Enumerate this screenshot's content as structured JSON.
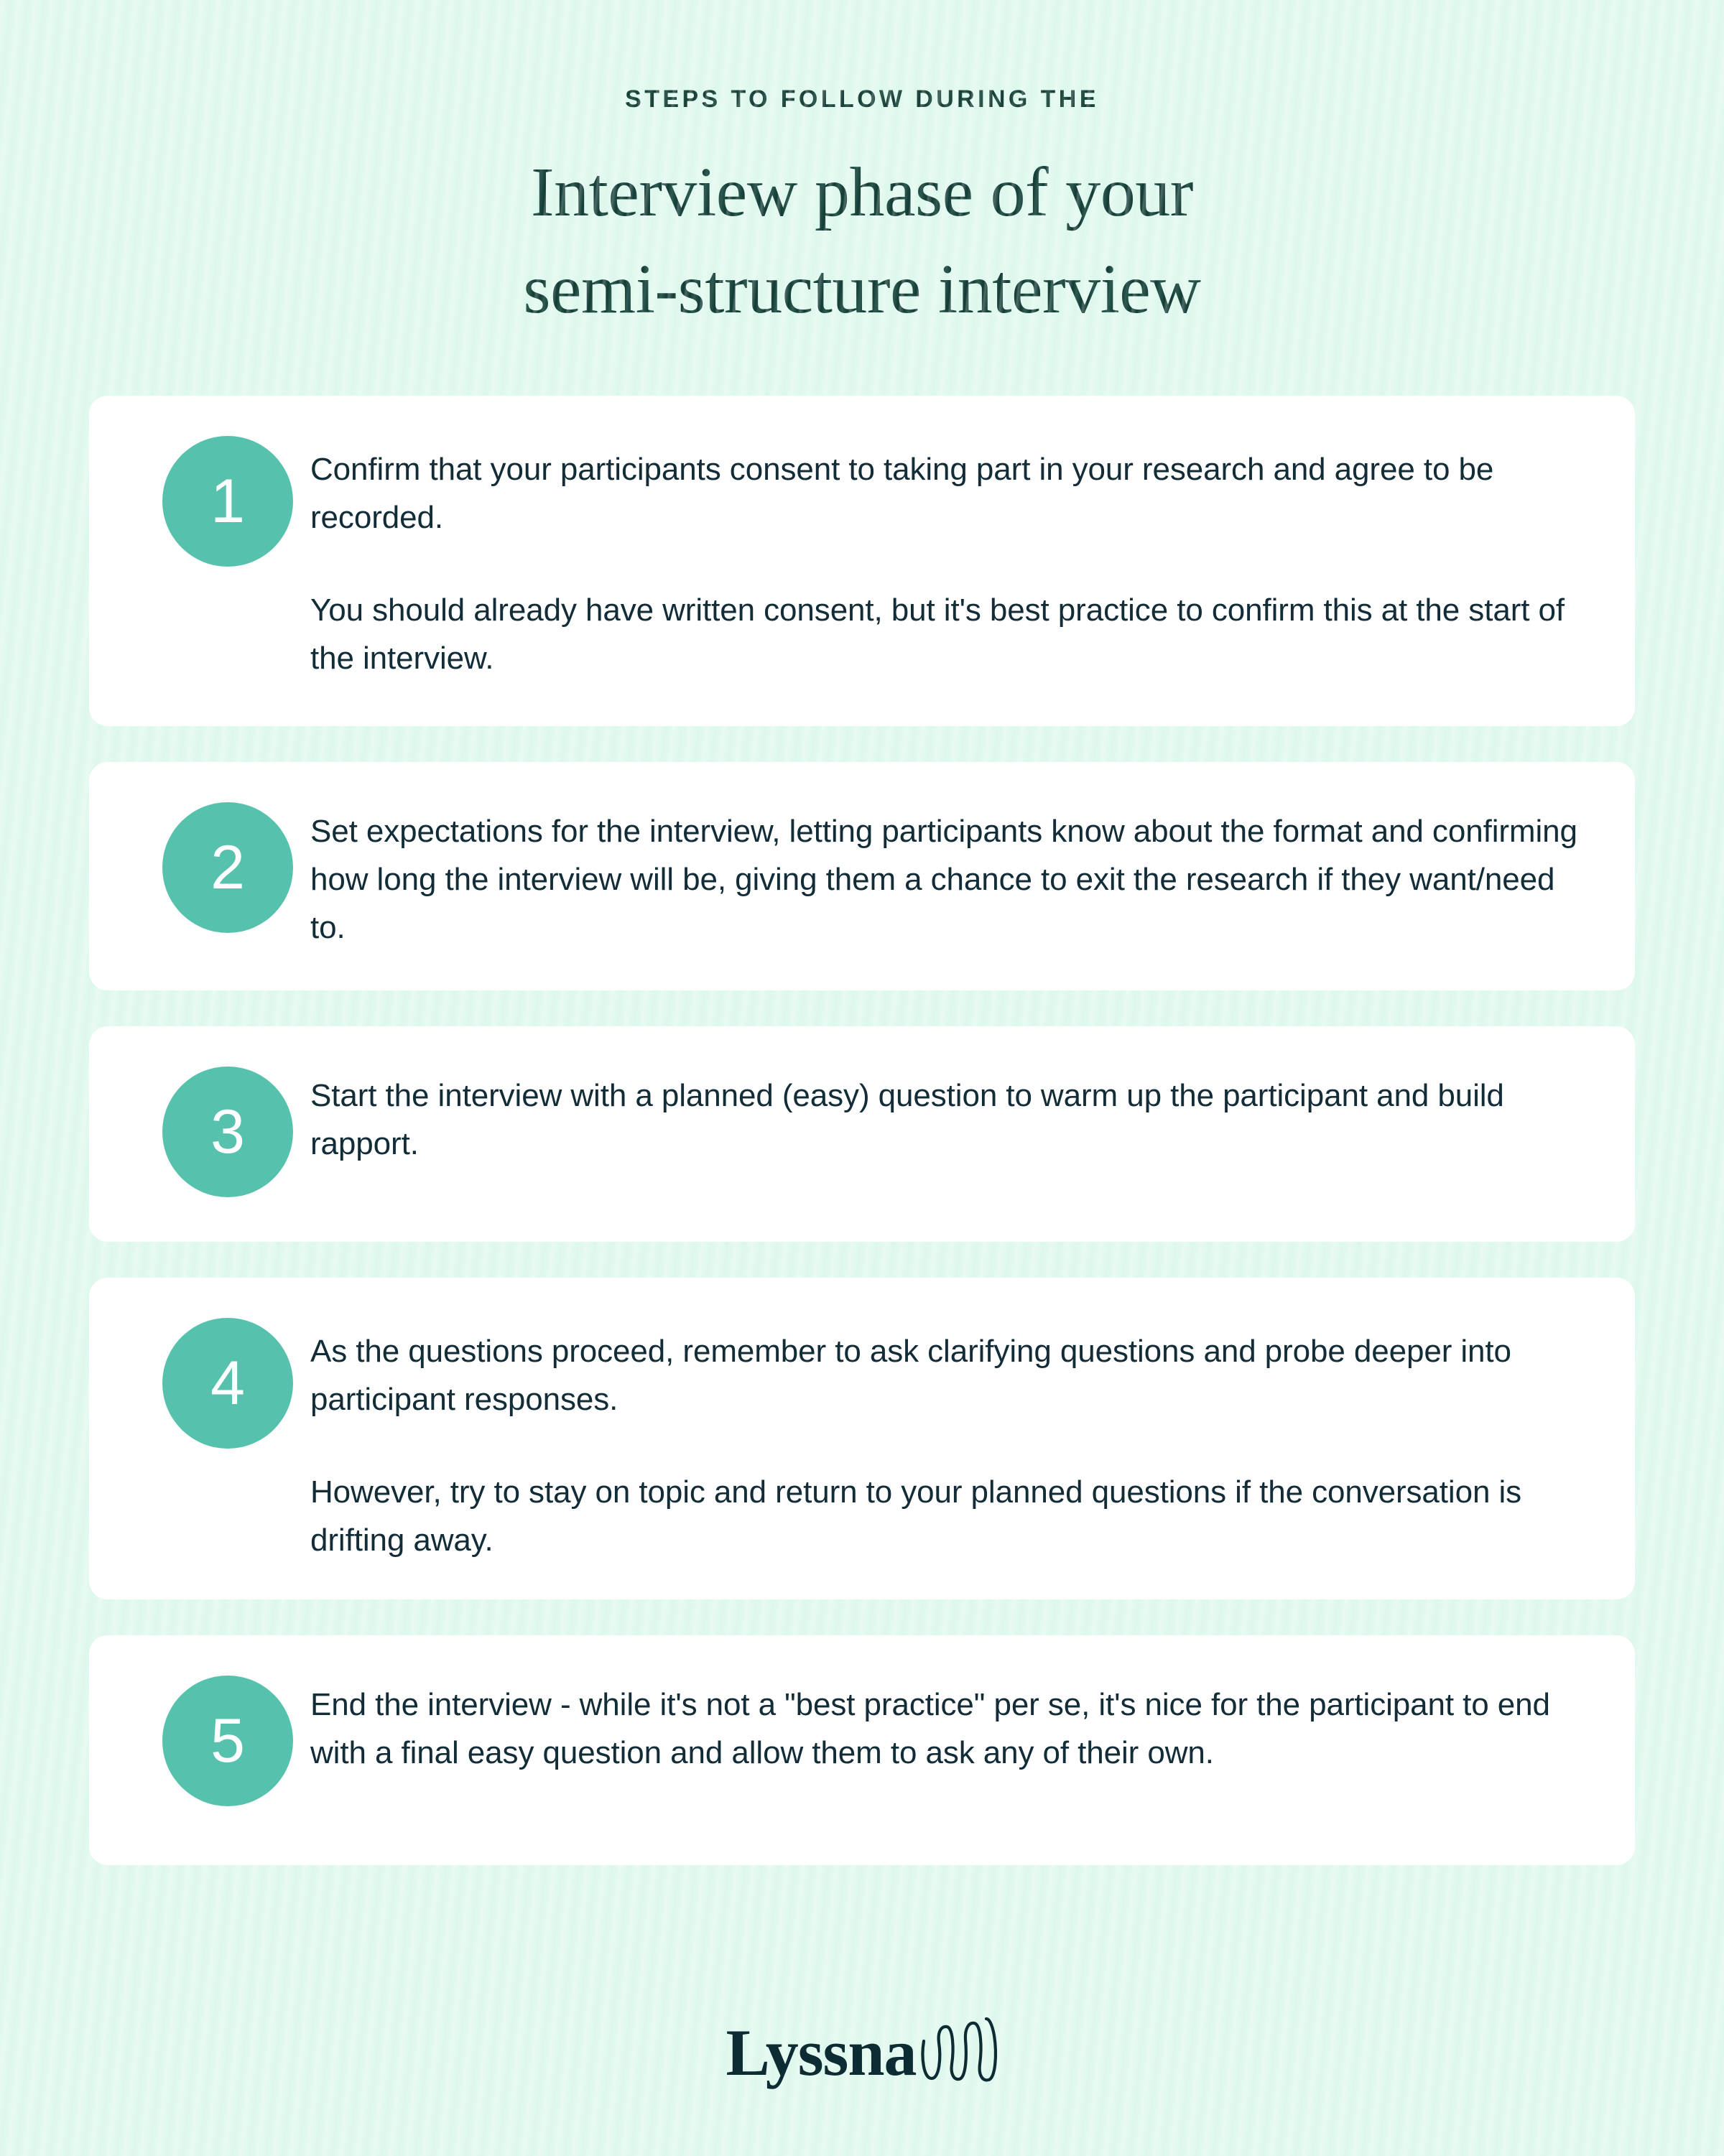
{
  "theme": {
    "background": "#e2f9ef",
    "card_background": "#ffffff",
    "accent_circle": "#56c2ad",
    "heading_color": "#123b35",
    "body_text_color": "#122c38",
    "logo_color": "#0c2b33"
  },
  "header": {
    "eyebrow": "STEPS TO FOLLOW DURING THE",
    "title_line_1": "Interview phase of your",
    "title_line_2": "semi-structure interview"
  },
  "steps": [
    {
      "number": "1",
      "paragraphs": [
        "Confirm that your participants consent to taking part in your research and agree to be recorded.",
        "You should already have written consent, but it's best practice to confirm this at the start of the interview."
      ]
    },
    {
      "number": "2",
      "paragraphs": [
        "Set expectations for the interview, letting participants know about the format and confirming how long the interview will be, giving them a chance to exit the research if they want/need to."
      ]
    },
    {
      "number": "3",
      "paragraphs": [
        "Start the interview with a planned (easy) question to warm up the participant and build rapport."
      ]
    },
    {
      "number": "4",
      "paragraphs": [
        "As the questions proceed, remember to ask clarifying questions and probe deeper into participant responses.",
        "However, try to stay on topic and return to your planned questions if the conversation is drifting away."
      ]
    },
    {
      "number": "5",
      "paragraphs": [
        "End the interview - while it's not a \"best practice\" per se, it's nice for the participant to end with a final easy question and allow them to ask any of their own."
      ]
    }
  ],
  "footer": {
    "brand_name": "Lyssna",
    "brand_mark_icon": "squiggle-loops-icon"
  }
}
